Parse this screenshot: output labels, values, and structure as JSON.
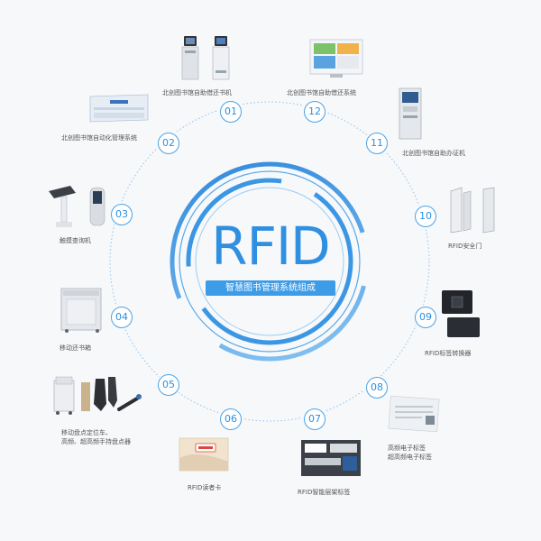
{
  "center": {
    "title": "RFID",
    "subtitle": "智慧图书管理系统组成"
  },
  "colors": {
    "accent": "#2f8fe0",
    "ring": "#3d9ce8",
    "badge_text": "#2b8fe0",
    "label_text": "#555555"
  },
  "nodes": [
    {
      "number": "01",
      "label": "北创图书馆自助借还书机",
      "icon": "self-service-kiosk-icon"
    },
    {
      "number": "02",
      "label": "北创图书馆自动化管理系统",
      "icon": "management-software-icon"
    },
    {
      "number": "03",
      "label": "触摸查询机",
      "icon": "touch-query-kiosk-icon"
    },
    {
      "number": "04",
      "label": "移动还书箱",
      "icon": "book-return-box-icon"
    },
    {
      "number": "05",
      "label": "移动盘点定位车、\n高频、超高频手持盘点器",
      "icon": "inventory-cart-handheld-icon"
    },
    {
      "number": "06",
      "label": "RFID读者卡",
      "icon": "reader-card-icon"
    },
    {
      "number": "07",
      "label": "RFID智能层架标签",
      "icon": "shelf-label-icon"
    },
    {
      "number": "08",
      "label": "高频电子标签\n超高频电子标签",
      "icon": "electronic-tag-icon"
    },
    {
      "number": "09",
      "label": "RFID标签转换器",
      "icon": "tag-converter-icon"
    },
    {
      "number": "10",
      "label": "RFID安全门",
      "icon": "security-gate-icon"
    },
    {
      "number": "11",
      "label": "北创图书馆自助办证机",
      "icon": "card-issuing-kiosk-icon"
    },
    {
      "number": "12",
      "label": "北创图书馆自助借还系统",
      "icon": "self-service-system-screen-icon"
    }
  ]
}
